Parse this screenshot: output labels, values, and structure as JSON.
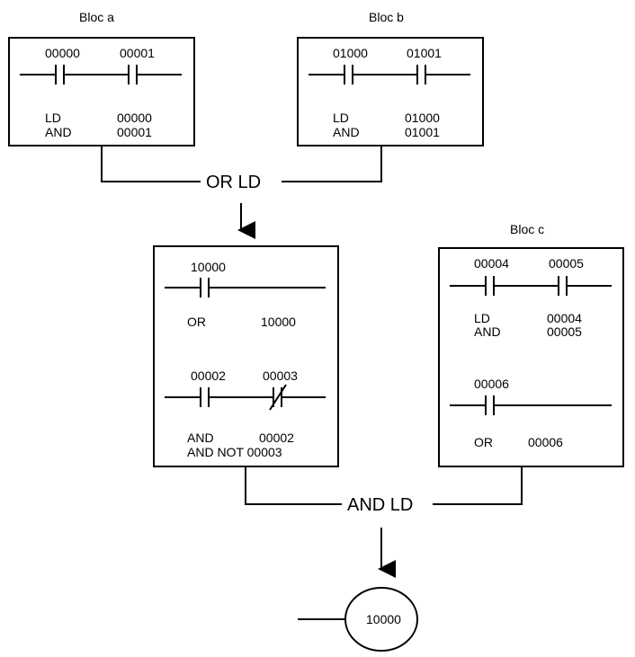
{
  "blocks": {
    "a": {
      "title": "Bloc a",
      "contact1": "00000",
      "contact2": "00001",
      "instr1": "LD",
      "operand1": "00000",
      "instr2": "AND",
      "operand2": "00001"
    },
    "b": {
      "title": "Bloc b",
      "contact1": "01000",
      "contact2": "01001",
      "instr1": "LD",
      "operand1": "01000",
      "instr2": "AND",
      "operand2": "01001"
    },
    "combined": {
      "contact1": "10000",
      "instr1": "OR",
      "operand1": "10000",
      "contact2": "00002",
      "contact3": "00003",
      "instr2": "AND",
      "operand2": "00002",
      "instr3": "AND NOT 00003"
    },
    "c": {
      "title": "Bloc c",
      "contact1": "00004",
      "contact2": "00005",
      "instr1": "LD",
      "operand1": "00004",
      "instr2": "AND",
      "operand2": "00005",
      "contact3": "00006",
      "instr3": "OR",
      "operand3": "00006"
    }
  },
  "connectors": {
    "or_ld": "OR LD",
    "and_ld": "AND LD"
  },
  "output": {
    "label": "10000"
  },
  "icons": {
    "no_contact": "normally-open-contact-icon",
    "nc_contact": "normally-closed-contact-icon",
    "coil": "output-coil-icon"
  }
}
